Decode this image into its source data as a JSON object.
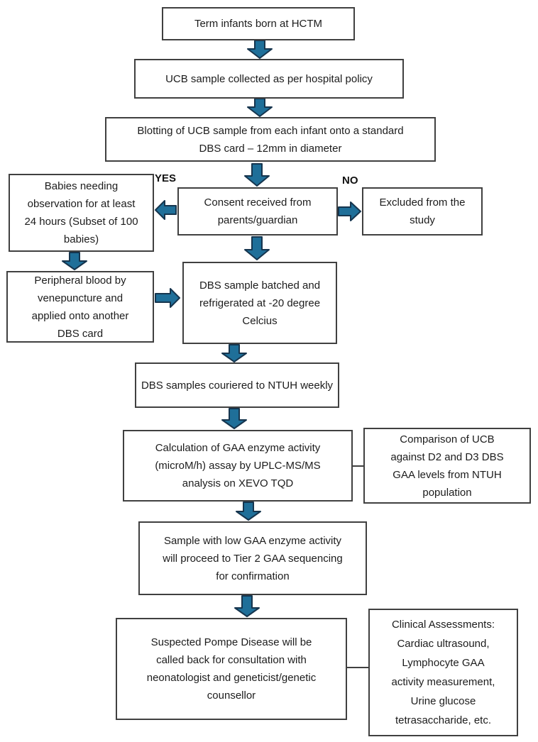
{
  "colors": {
    "page_bg": "#ffffff",
    "box_fill": "#ffffff",
    "box_border": "#404040",
    "text": "#1c1c1c",
    "arrow_fill": "#1f6f99",
    "arrow_stroke": "#16354e",
    "connector": "#404040"
  },
  "nodes": {
    "term": {
      "label": "Term infants born at HCTM"
    },
    "ucb": {
      "label": "UCB sample collected as per hospital policy"
    },
    "blotting": {
      "label": [
        "Blotting of UCB sample from each infant onto a standard",
        "DBS card – 12mm in diameter"
      ]
    },
    "babies": {
      "label": [
        "Babies needing",
        "observation for at least",
        "24 hours (Subset of 100",
        "babies)"
      ]
    },
    "consent": {
      "label": [
        "Consent received from",
        "parents/guardian"
      ]
    },
    "excluded": {
      "label": [
        "Excluded from the",
        "study"
      ]
    },
    "peripheral": {
      "label": [
        "Peripheral blood by",
        "venepuncture and",
        "applied onto another",
        "DBS card"
      ]
    },
    "dbs_batched": {
      "label": [
        "DBS sample batched and",
        "refrigerated at -20 degree",
        "Celcius"
      ]
    },
    "couriered": {
      "label": "DBS samples couriered to NTUH weekly"
    },
    "calculation": {
      "label": [
        "Calculation of GAA enzyme activity",
        "(microM/h) assay by UPLC-MS/MS",
        "analysis on XEVO TQD"
      ]
    },
    "comparison": {
      "label": [
        "Comparison of UCB",
        "against D2 and D3 DBS",
        "GAA levels from NTUH",
        "population"
      ]
    },
    "sample_low": {
      "label": [
        "Sample with low GAA enzyme activity",
        "will proceed to Tier 2 GAA sequencing",
        "for confirmation"
      ]
    },
    "suspected": {
      "label": [
        "Suspected Pompe Disease will be",
        "called back for consultation with",
        "neonatologist and geneticist/genetic",
        "counsellor"
      ]
    },
    "clinical": {
      "label": [
        "Clinical Assessments:",
        "Cardiac ultrasound,",
        "Lymphocyte GAA",
        "activity measurement,",
        "Urine glucose",
        "tetrasaccharide, etc."
      ]
    }
  },
  "edge_labels": {
    "yes": "YES",
    "no": "NO"
  }
}
